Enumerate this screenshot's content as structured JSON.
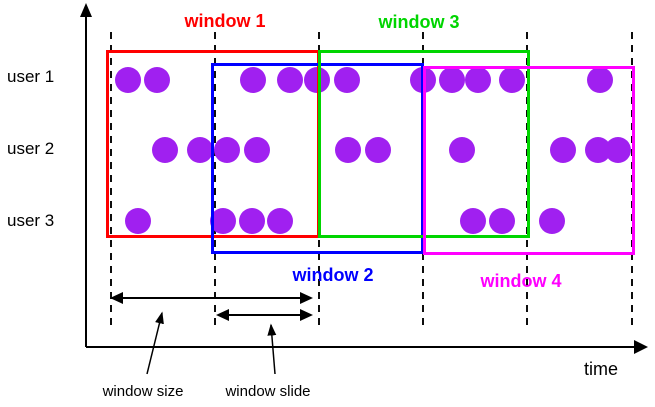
{
  "users": [
    {
      "label": "user 1"
    },
    {
      "label": "user 2"
    },
    {
      "label": "user 3"
    }
  ],
  "windows": [
    {
      "label": "window 1",
      "color": "#ff0000"
    },
    {
      "label": "window 2",
      "color": "#0000ff"
    },
    {
      "label": "window 3",
      "color": "#00d500"
    },
    {
      "label": "window 4",
      "color": "#ff00ff"
    }
  ],
  "axis": {
    "x_label": "time"
  },
  "annotations": {
    "window_size": "window size",
    "window_slide": "window slide"
  },
  "events": {
    "dot_color": "#a020f0",
    "rows": [
      {
        "user": "user 1",
        "x": [
          128,
          157,
          253,
          290,
          317,
          347,
          423,
          452,
          478,
          512,
          600
        ]
      },
      {
        "user": "user 2",
        "x": [
          165,
          200,
          227,
          257,
          348,
          378,
          462,
          563,
          598,
          618
        ]
      },
      {
        "user": "user 3",
        "x": [
          138,
          223,
          252,
          280,
          473,
          502,
          552
        ]
      }
    ]
  }
}
